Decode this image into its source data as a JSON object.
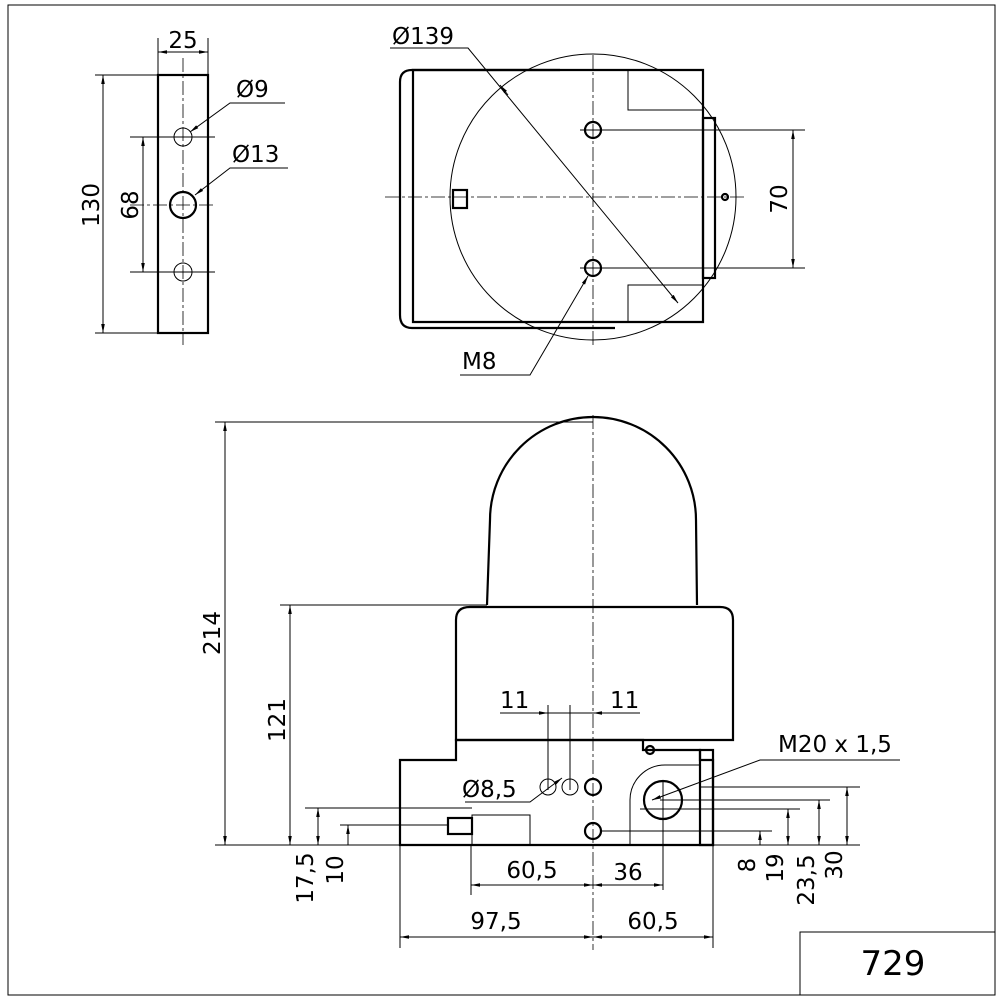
{
  "drawing_number": "729",
  "bracket_view": {
    "width": "25",
    "height": "130",
    "hole_spacing": "68",
    "small_hole": "Ø9",
    "large_hole": "Ø13"
  },
  "top_view": {
    "diameter": "Ø139",
    "hole_spacing": "70",
    "thread": "M8"
  },
  "side_view": {
    "total_height": "214",
    "housing_height": "121",
    "hole_offset_left": "11",
    "hole_offset_right": "11",
    "hole_diameter": "Ø8,5",
    "cable_gland": "M20 x 1,5",
    "left_17_5": "17,5",
    "left_10": "10",
    "right_8": "8",
    "right_19": "19",
    "right_23_5": "23,5",
    "right_30": "30",
    "w_60_5_a": "60,5",
    "w_36": "36",
    "w_97_5": "97,5",
    "w_60_5_b": "60,5"
  },
  "colors": {
    "line": "#000000",
    "background": "#ffffff"
  }
}
